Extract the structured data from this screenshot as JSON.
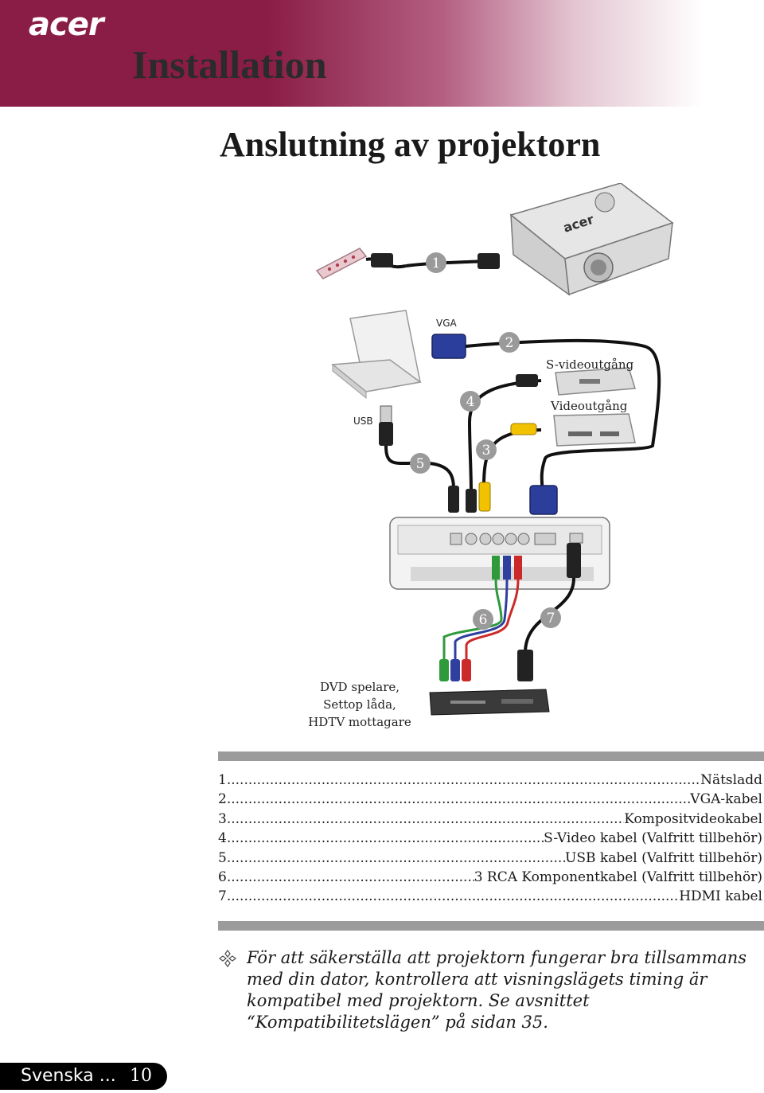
{
  "header": {
    "logo": "acer",
    "section_title": "Installation",
    "band_color": "#8a1d45"
  },
  "page_heading": "Anslutning av projektorn",
  "diagram": {
    "numbers": [
      "1",
      "2",
      "3",
      "4",
      "5",
      "6",
      "7"
    ],
    "labels": {
      "vga": "VGA",
      "usb": "USB",
      "svideo_out": "S-videoutgång",
      "video_out": "Videoutgång"
    },
    "dvd_label_lines": [
      "DVD spelare,",
      "Settop låda,",
      "HDTV mottagare"
    ]
  },
  "legend": [
    {
      "num": "1",
      "label": "Nätsladd"
    },
    {
      "num": "2",
      "label": "VGA-kabel"
    },
    {
      "num": "3",
      "label": "Kompositvideokabel"
    },
    {
      "num": "4",
      "label": "S-Video kabel (Valfritt tillbehör)"
    },
    {
      "num": "5",
      "label": "USB kabel (Valfritt tillbehör)"
    },
    {
      "num": "6",
      "label": "3 RCA Komponentkabel (Valfritt tillbehör)"
    },
    {
      "num": "7",
      "label": "HDMI kabel"
    }
  ],
  "note": "För att säkerställa att projektorn fungerar bra tillsammans med din dator, kontrollera att visningslägets timing är kompatibel med projektorn. Se avsnittet “Kompatibilitetslägen” på sidan 35.",
  "footer": {
    "language": "Svenska ...",
    "page_number": "10"
  }
}
